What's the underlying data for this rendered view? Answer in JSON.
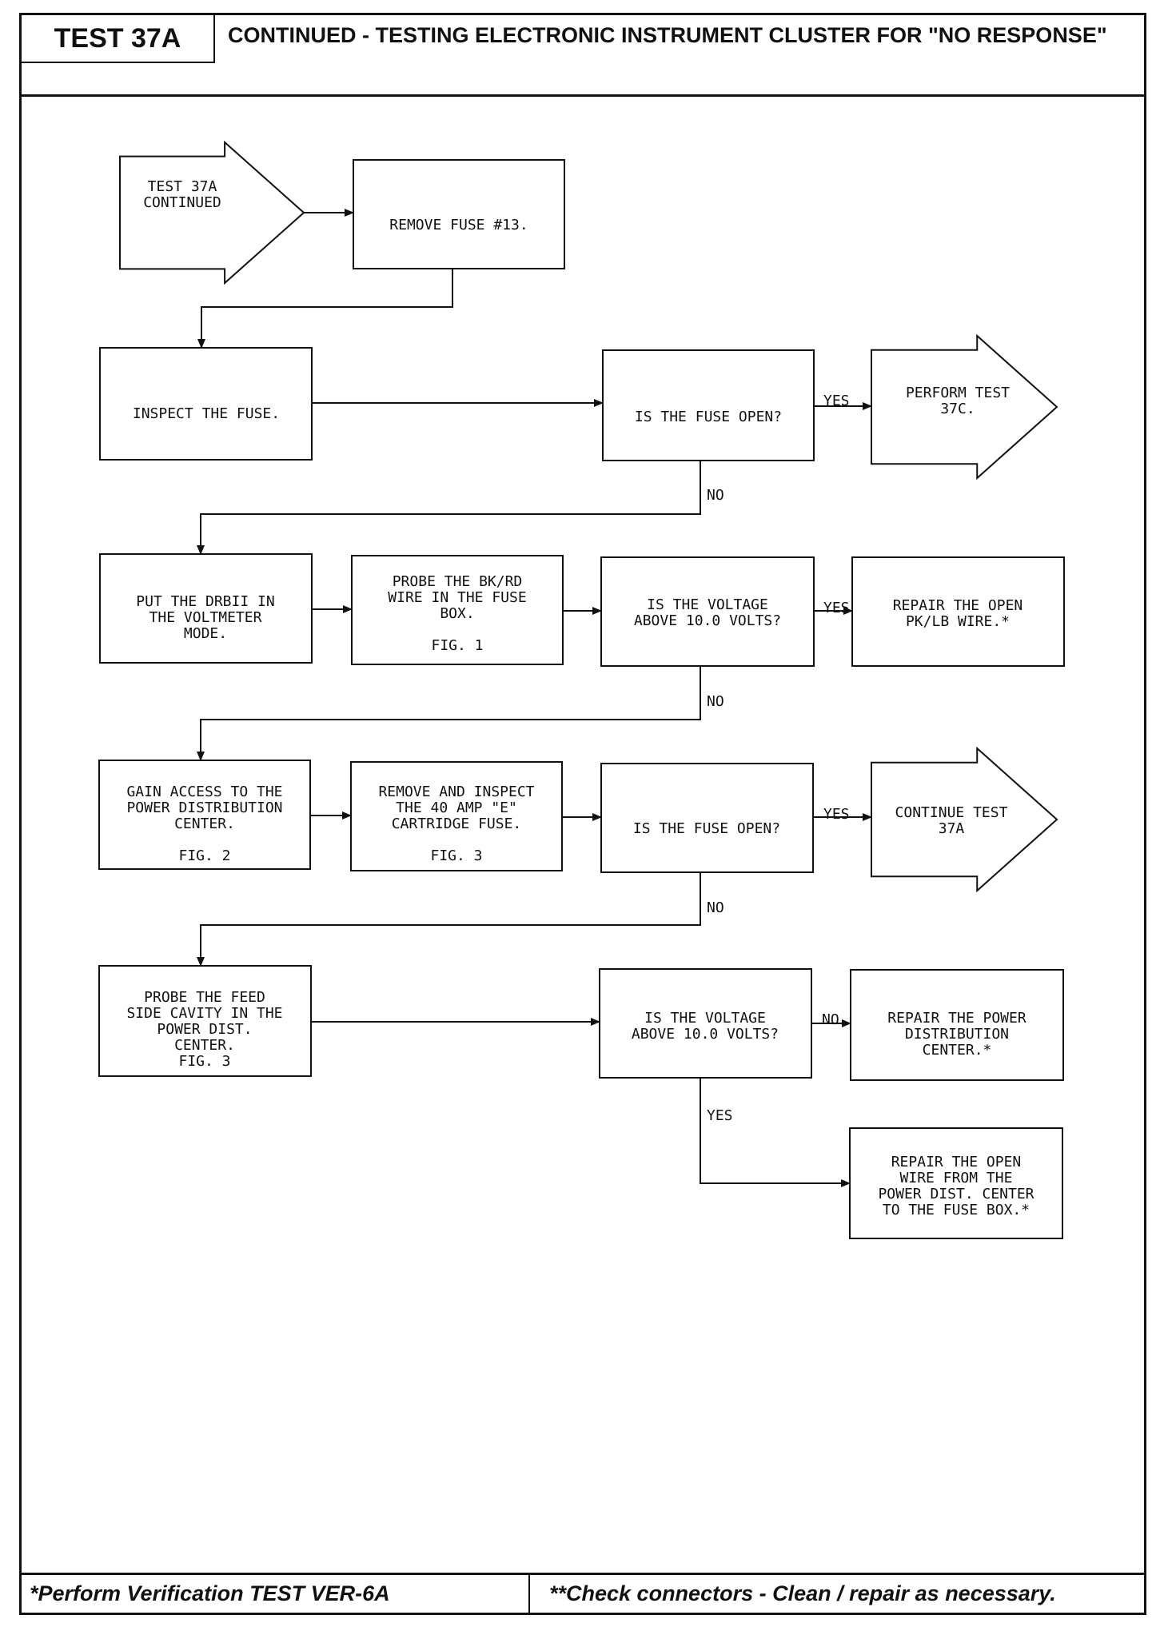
{
  "header": {
    "test_id": "TEST 37A",
    "title": "CONTINUED - TESTING ELECTRONIC INSTRUMENT CLUSTER FOR \"NO RESPONSE\""
  },
  "footer": {
    "left": "*Perform Verification TEST VER-6A",
    "right": "**Check connectors - Clean / repair as necessary."
  },
  "flowchart": {
    "nodes": {
      "start": [
        "TEST 37A",
        "CONTINUED"
      ],
      "remove_fuse": [
        "REMOVE FUSE #13."
      ],
      "inspect_fuse": [
        "INSPECT THE FUSE."
      ],
      "fuse_open_1": [
        "IS THE FUSE OPEN?"
      ],
      "perform_37c": [
        "PERFORM TEST",
        "37C."
      ],
      "drbii_mode": [
        "PUT THE DRBII IN",
        "THE VOLTMETER",
        "MODE."
      ],
      "probe_bkrd": [
        "PROBE THE BK/RD",
        "WIRE IN THE FUSE",
        "BOX.",
        "",
        "FIG. 1"
      ],
      "voltage_1": [
        "IS THE VOLTAGE",
        "ABOVE 10.0 VOLTS?"
      ],
      "repair_pklb": [
        "REPAIR THE OPEN",
        "PK/LB WIRE.*"
      ],
      "gain_access": [
        "GAIN ACCESS TO THE",
        "POWER DISTRIBUTION",
        "CENTER.",
        "",
        "FIG. 2"
      ],
      "remove_40amp": [
        "REMOVE AND INSPECT",
        "THE 40 AMP \"E\"",
        "CARTRIDGE FUSE.",
        "",
        "FIG. 3"
      ],
      "fuse_open_2": [
        "IS THE FUSE OPEN?"
      ],
      "continue_37a": [
        "CONTINUE TEST",
        "37A"
      ],
      "probe_feed": [
        "PROBE THE FEED",
        "SIDE CAVITY IN THE",
        "POWER DIST.",
        "CENTER.",
        "FIG. 3"
      ],
      "voltage_2": [
        "IS THE VOLTAGE",
        "ABOVE 10.0 VOLTS?"
      ],
      "repair_pdc": [
        "REPAIR THE POWER",
        "DISTRIBUTION",
        "CENTER.*"
      ],
      "repair_wire": [
        "REPAIR THE OPEN",
        "WIRE FROM THE",
        "POWER DIST. CENTER",
        "TO THE FUSE BOX.*"
      ]
    },
    "edge_labels": {
      "yes_1": "YES",
      "no_1": "NO",
      "yes_2": "YES",
      "no_2": "NO",
      "yes_3": "YES",
      "no_3": "NO",
      "no_4": "NO",
      "yes_4": "YES"
    }
  }
}
